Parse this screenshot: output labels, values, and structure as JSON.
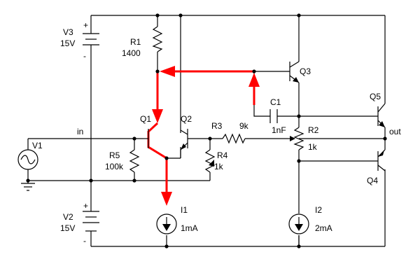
{
  "labels": {
    "v3_name": "V3",
    "v3_value": "15V",
    "v3_plus": "+",
    "v3_minus": "-",
    "r1_name": "R1",
    "r1_value": "1400",
    "q3_name": "Q3",
    "q5_name": "Q5",
    "q1_name": "Q1",
    "q2_name": "Q2",
    "r3_name": "R3",
    "r3_value": "9k",
    "c1_name": "C1",
    "c1_value": "1nF",
    "r2_name": "R2",
    "r2_value": "1k",
    "in_label": "in",
    "out_label": "out",
    "v1_name": "V1",
    "r5_name": "R5",
    "r5_value": "100k",
    "r4_name": "R4",
    "r4_value": "1k",
    "q4_name": "Q4",
    "i1_name": "I1",
    "i1_value": "1mA",
    "i2_name": "I2",
    "i2_value": "2mA",
    "v2_name": "V2",
    "v2_value": "15V",
    "v2_plus": "+",
    "v2_minus": "-"
  },
  "colors": {
    "wire": "#000000",
    "highlight": "#ff0000",
    "background": "#ffffff"
  }
}
